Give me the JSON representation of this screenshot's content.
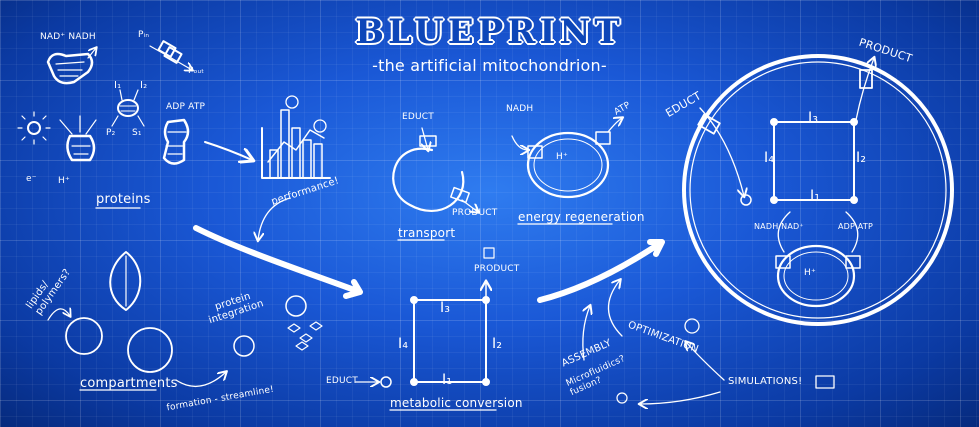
{
  "title": "BLUEPRINT",
  "subtitle": "-the artificial mitochondrion-",
  "labels": {
    "proteins": "proteins",
    "performance": "performance!",
    "compartments": "compartments",
    "lipids_polymers": "lipids/\npolymers?",
    "protein_integration": "protein\nintegration",
    "formation_streamline": "formation - streamline!",
    "transport": "transport",
    "educt": "EDUCT",
    "product": "PRODUCT",
    "energy_regeneration": "energy regeneration",
    "nadh": "NADH",
    "atp": "ATP",
    "h_plus": "H⁺",
    "metabolic_conversion": "metabolic conversion",
    "optimization": "OPTIMIZATION",
    "assembly": "ASSEMBLY",
    "microfluidics_fusion": "Microfluidics?\nfusion?",
    "simulations": "SIMULATIONS!",
    "nad_nadh": "NAD⁺ NADH",
    "p_in": "Pᵢₙ",
    "p_out": "Pₒᵤₜ",
    "adp_atp": "ADP ATP",
    "nadh_nad": "NADH NAD⁺",
    "s1": "S₁",
    "p2": "P₂",
    "i1": "I₁",
    "i2": "I₂",
    "i3": "I₃",
    "i4": "I₄",
    "e_minus": "e⁻"
  },
  "colors": {
    "background": "#1a58d6",
    "chalk": "#ffffff"
  }
}
